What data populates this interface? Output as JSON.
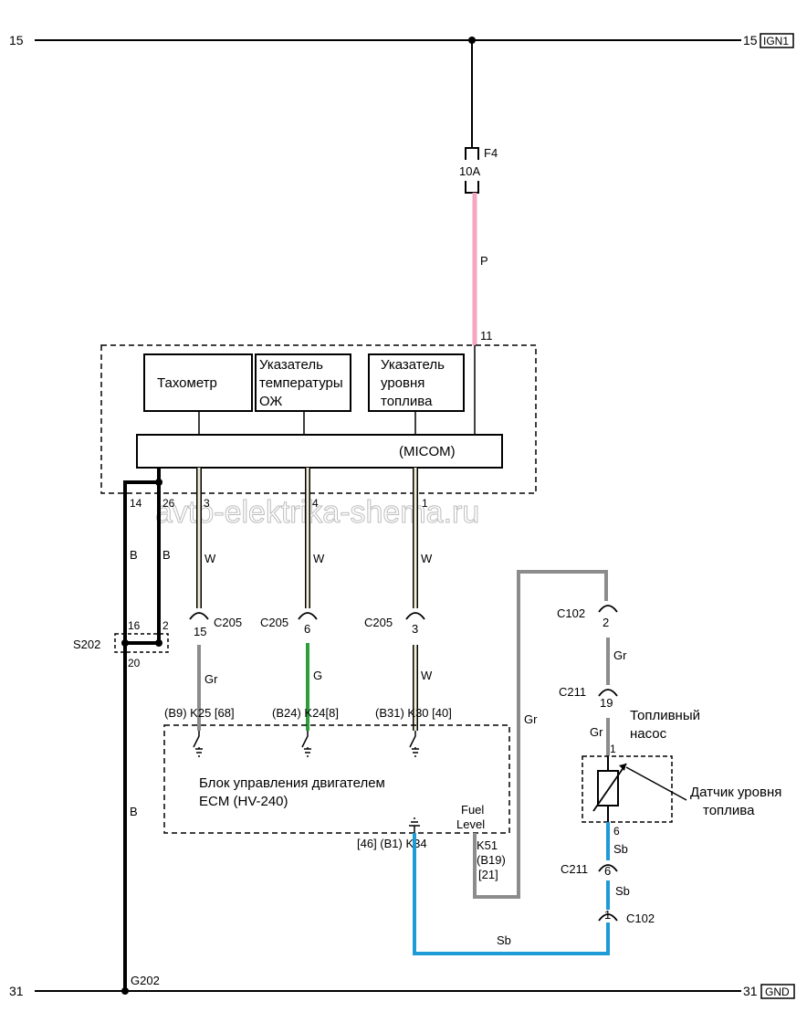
{
  "rails": {
    "top_left": "15",
    "top_right": "15",
    "top_tag": "IGN1",
    "bottom_left": "31",
    "bottom_right": "31",
    "bottom_tag": "GND"
  },
  "fuse": {
    "name": "F4",
    "rating": "10A"
  },
  "wires": {
    "pink": "P",
    "white1": "W",
    "white2": "W",
    "white3": "W",
    "white4": "W",
    "black1": "B",
    "black2": "B",
    "black3": "B",
    "gray1": "Gr",
    "gray2": "Gr",
    "gray3": "Gr",
    "gray4": "Gr",
    "green": "G",
    "blue1": "Sb",
    "blue2": "Sb",
    "blue3": "Sb"
  },
  "cluster": {
    "pin_power": "11",
    "tachometer": "Тахометр",
    "temp_gauge_l1": "Указатель",
    "temp_gauge_l2": "температуры",
    "temp_gauge_l3": "ОЖ",
    "fuel_gauge_l1": "Указатель",
    "fuel_gauge_l2": "уровня",
    "fuel_gauge_l3": "топлива",
    "micom": "(MICOM)",
    "pin_14": "14",
    "pin_26": "26",
    "pin_3": "3",
    "pin_4": "4",
    "pin_1": "1"
  },
  "splice": {
    "name": "S202",
    "pin_16": "16",
    "pin_2": "2",
    "pin_20": "20"
  },
  "connectors": {
    "c205_a_pin": "15",
    "c205_a_name": "C205",
    "c205_b_pin": "6",
    "c205_b_name": "C205",
    "c205_c_pin": "3",
    "c205_c_name": "C205",
    "c102_top_name": "C102",
    "c102_top_pin": "2",
    "c211_top_name": "C211",
    "c211_top_pin": "19",
    "c211_bot_name": "C211",
    "c211_bot_pin": "6",
    "c102_bot_pin": "1",
    "c102_bot_name": "C102"
  },
  "ecm": {
    "pin_a": "(B9)  K25 [68]",
    "pin_b": "(B24) K24[8]",
    "pin_c": "(B31) K30 [40]",
    "title_l1": "Блок управления двигателем",
    "title_l2": "ECM (HV-240)",
    "fuel_level_l1": "Fuel",
    "fuel_level_l2": "Level",
    "pin_ground": "[46] (B1) K34",
    "pin_k51_l1": "K51",
    "pin_k51_l2": "(B19)",
    "pin_k51_l3": "[21]"
  },
  "pump": {
    "title_l1": "Топливный",
    "title_l2": "насос",
    "pin_1": "1",
    "pin_6": "6",
    "sensor_l1": "Датчик уровня",
    "sensor_l2": "топлива"
  },
  "ground": {
    "name": "G202"
  },
  "watermark": "avto-elektrika-shema.ru",
  "colors": {
    "pink": "#f4a6c0",
    "white_wire_fill": "#f5efd8",
    "green": "#2e9e3a",
    "gray": "#8c8c8c",
    "blue": "#1e9bd7",
    "black": "#000000"
  }
}
